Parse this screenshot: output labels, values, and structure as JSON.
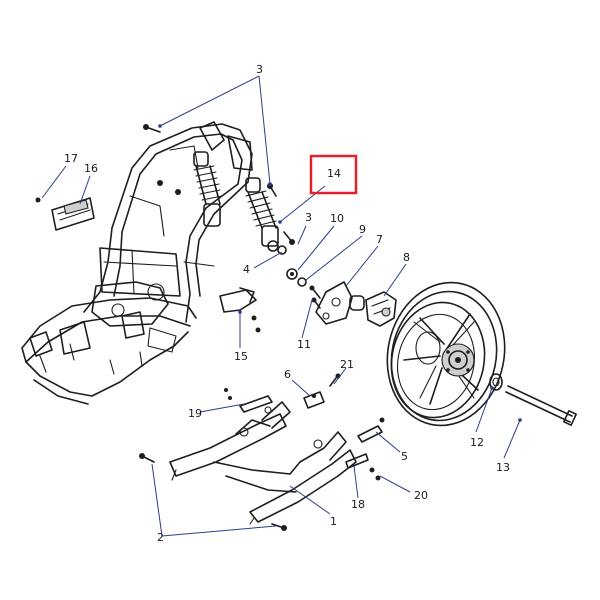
{
  "diagram": {
    "labels": {
      "c1": "1",
      "c2": "2",
      "c3a": "3",
      "c3b": "3",
      "c4": "4",
      "c5": "5",
      "c6": "6",
      "c7": "7",
      "c8": "8",
      "c9": "9",
      "c10": "10",
      "c11": "11",
      "c12": "12",
      "c13": "13",
      "c14": "14",
      "c15": "15",
      "c16": "16",
      "c17": "17",
      "c18": "18",
      "c19": "19",
      "c20": "20",
      "c21": "21"
    },
    "highlighted_callout": "14",
    "colors": {
      "leader": "#2a3d8f",
      "highlight": "#e0232b",
      "line": "#1e1e1e"
    }
  }
}
